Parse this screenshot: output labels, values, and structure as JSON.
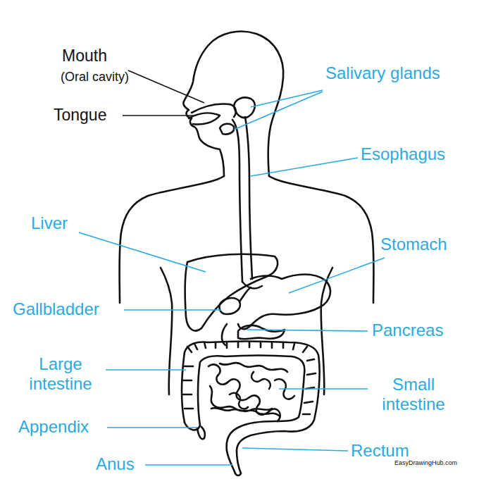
{
  "diagram": {
    "labels": [
      "Mouth",
      "(Oral cavity)",
      "Tongue",
      "Salivary glands",
      "Esophagus",
      "Liver",
      "Stomach",
      "Gallbladder",
      "Pancreas",
      "Large intestine",
      "Small intestine",
      "Appendix",
      "Rectum",
      "Anus",
      "EasyDrawingHub.com"
    ]
  }
}
